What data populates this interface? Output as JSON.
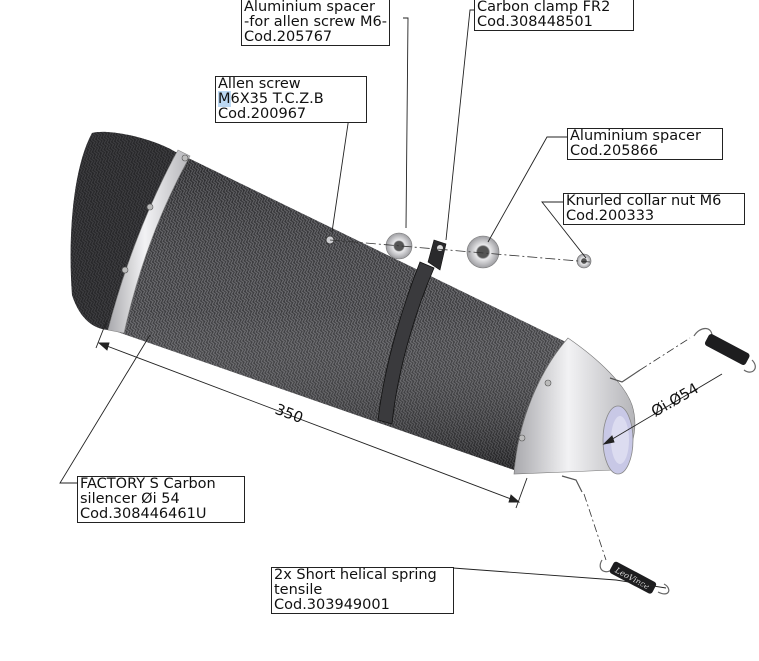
{
  "callouts": {
    "aluminium_spacer_m6": [
      "Aluminium spacer",
      "-for allen screw M6-",
      "Cod.205767"
    ],
    "carbon_clamp": [
      "Carbon clamp FR2",
      "Cod.308448501"
    ],
    "allen_screw": {
      "line1_highlight": "M",
      "line1": "Allen screw",
      "line2_rest": "6X35 T.C.Z.B",
      "line3": "Cod.200967"
    },
    "aluminium_spacer": [
      "Aluminium spacer",
      "Cod.205866"
    ],
    "knurled_nut": [
      "Knurled collar nut M6",
      "Cod.200333"
    ],
    "silencer": [
      "FACTORY S  Carbon",
      "silencer Øi 54",
      "Cod.308446461U"
    ],
    "springs": [
      "2x Short helical spring",
      "tensile",
      "Cod.303949001"
    ]
  },
  "dimensions": {
    "length": "350",
    "inner_diameter": "Øi.Ø54"
  },
  "spring_brand": "LeoVince",
  "colors": {
    "carbon_dark": "#2b2b2d",
    "carbon_light": "#5a5a5e",
    "aluminium": "#c9c9cc",
    "line": "#222222"
  }
}
